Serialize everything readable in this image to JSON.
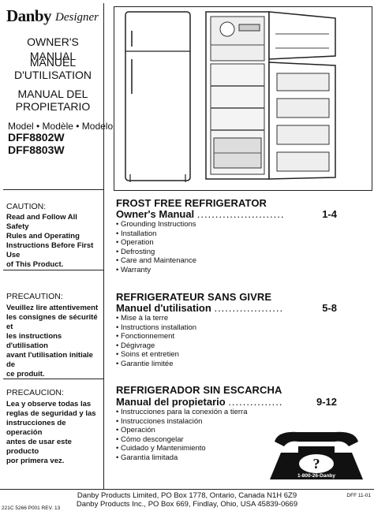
{
  "brand": {
    "name": "Danby",
    "sub": "Designer"
  },
  "titles": [
    "OWNER'S MANUAL",
    "MANUEL",
    "D'UTILISATION",
    "MANUAL DEL",
    "PROPIETARIO"
  ],
  "model": {
    "label": "Model • Modèle • Modelo",
    "numbers": [
      "DFF8802W",
      "DFF8803W"
    ]
  },
  "cautions": [
    {
      "head": "CAUTION:",
      "lines": [
        "Read and Follow All Safety",
        "Rules and Operating",
        "Instructions Before First Use",
        "of This Product."
      ]
    },
    {
      "head": "PRECAUTION:",
      "lines": [
        "Veuillez lire attentivement",
        "les consignes de sécurité et",
        "les instructions d'utilisation",
        "avant l'utilisation initiale de",
        "ce produit."
      ]
    },
    {
      "head": "PRECAUCION:",
      "lines": [
        "Lea y observe todas las",
        "reglas de seguridad y las",
        "instrucciones de operación",
        "antes de usar este producto",
        "por primera vez."
      ]
    }
  ],
  "sections": [
    {
      "title": "FROST FREE REFRIGERATOR",
      "manual": "Owner's Manual",
      "dots": "........................",
      "pages": "1-4",
      "items": [
        "Grounding Instructions",
        "Installation",
        "Operation",
        "Defrosting",
        "Care and Maintenance",
        "Warranty"
      ]
    },
    {
      "title": "REFRIGERATEUR SANS GIVRE",
      "manual": "Manuel d'utilisation",
      "dots": "...................",
      "pages": "5-8",
      "items": [
        "Mise à la terre",
        "Instructions installation",
        "Fonctionnement",
        "Dégivrage",
        "Soins et entretien",
        "Garantie limitée"
      ]
    },
    {
      "title": "REFRIGERADOR SIN ESCARCHA",
      "manual": "Manual del propietario",
      "dots": "...............",
      "pages": "9-12",
      "items": [
        "Instrucciones para la conexión a tierra",
        "Instrucciones instalación",
        "Operación",
        "Cómo descongelar",
        "Cuidado y Mantenimiento",
        "Garantía limitada"
      ]
    }
  ],
  "phone": {
    "number": "1-800-26-Danby",
    "symbol": "?"
  },
  "footer": {
    "line1": "Danby Products Limited, PO Box 1778, Ontario, Canada  N1H 6Z9",
    "line2": "Danby Products Inc.,  PO Box 669, Findlay, Ohio, USA  45839-0669",
    "code_left": "221C 5266 P001 REV. 13",
    "code_right": "DFF 11-01"
  }
}
